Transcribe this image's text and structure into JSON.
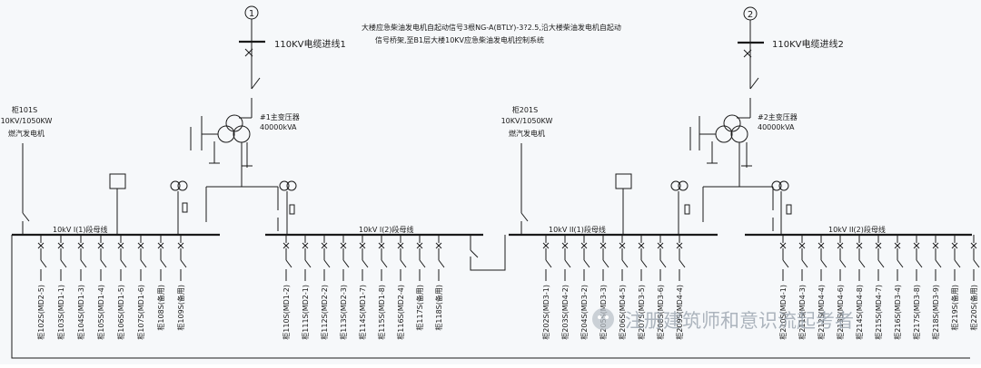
{
  "incoming": [
    {
      "number": "1",
      "label": "110KV电缆进线1"
    },
    {
      "number": "2",
      "label": "110KV电缆进线2"
    }
  ],
  "note": {
    "line1": "大楼应急柴油发电机自起动信号3根NG-A(BTLY)-3?2.5,沿大楼柴油发电机自起动",
    "line2": "信号桥架,至B1层大楼10KV应急柴油发电机控制系统"
  },
  "transformers": [
    {
      "name": "#1主变压器",
      "rating": "40000kVA"
    },
    {
      "name": "#2主变压器",
      "rating": "40000kVA"
    }
  ],
  "generators": [
    {
      "id": "柜101S",
      "rating": "10KV/1050KW",
      "type": "燃汽发电机"
    },
    {
      "id": "柜201S",
      "rating": "10KV/1050KW",
      "type": "燃汽发电机"
    }
  ],
  "buses": [
    {
      "label": "10kV I(1)段母线"
    },
    {
      "label": "10kV I(2)段母线"
    },
    {
      "label": "10kV II(1)段母线"
    },
    {
      "label": "10kV II(2)段母线"
    }
  ],
  "feeders_i1": [
    "柜102S(MD2-5)",
    "柜103S(MD1-1)",
    "柜104S(MD1-3)",
    "柜105S(MD1-4)",
    "柜106S(MD1-5)",
    "柜107S(MD1-6)",
    "柜108S(备用)",
    "柜109S(备用)"
  ],
  "feeders_i2": [
    "柜110S(MD1-2)",
    "柜111S(MD2-1)",
    "柜112S(MD2-2)",
    "柜113S(MD2-3)",
    "柜114S(MD1-7)",
    "柜115S(MD1-8)",
    "柜116S(MD2-4)",
    "柜117S(备用)",
    "柜118S(备用)"
  ],
  "feeders_ii1": [
    "柜202S(MD3-1)",
    "柜203S(MD4-2)",
    "柜204S(MD3-2)",
    "柜205S(MD3-3)",
    "柜206S(MD4-5)",
    "柜207S(MD3-5)",
    "柜208S(MD3-6)",
    "柜209S(MD4-4)"
  ],
  "feeders_ii2": [
    "柜210S(MD4-1)",
    "柜211S(MD4-3)",
    "柜212S(MD4-4)",
    "柜213S(MD4-6)",
    "柜214S(MD4-8)",
    "柜215S(MD4-7)",
    "柜216S(MD3-4)",
    "柜217S(MD3-8)",
    "柜218S(MD3-9)",
    "柜219S(备用)",
    "柜220S(备用)"
  ],
  "watermark": "注册建筑师和意识流起考者"
}
